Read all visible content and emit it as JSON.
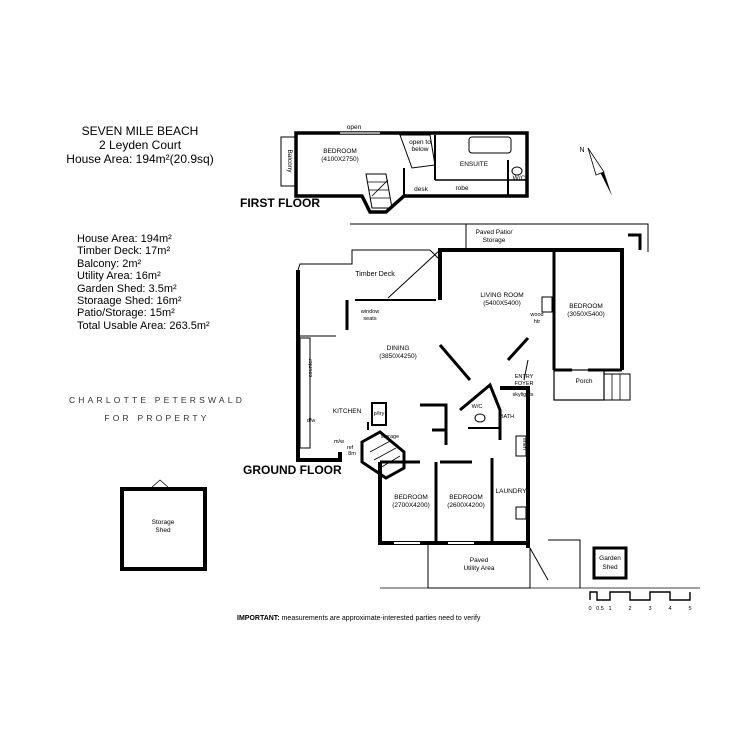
{
  "header": {
    "title": "SEVEN MILE BEACH",
    "address": "2 Leyden Court",
    "house_area": "House Area: 194m²(20.9sq)"
  },
  "areas": [
    "House Area: 194m²",
    "Timber Deck: 17m²",
    "Balcony: 2m²",
    "Utility Area: 16m²",
    "Garden Shed: 3.5m²",
    "Storaage Shed: 16m²",
    "Patio/Storage: 15m²",
    "Total Usable Area: 263.5m²"
  ],
  "brand": {
    "line1": "CHARLOTTE PETERSWALD",
    "line2": "FOR PROPERTY"
  },
  "floors": {
    "first": "FIRST FLOOR",
    "ground": "GROUND FLOOR"
  },
  "notice": {
    "bold": "IMPORTANT:",
    "text": " measurements are approximate-interested parties need to verify"
  },
  "first_floor": {
    "open": "open",
    "balcony": "Balcony",
    "bedroom": "BEDROOM",
    "bedroom_dim": "(4100X2750)",
    "open_to_below_1": "open to",
    "open_to_below_2": "below",
    "ensuite": "ENSUITE",
    "wc": "W/C",
    "desk": "desk",
    "robe": "robe"
  },
  "ground_floor": {
    "paved_patio_1": "Paved Patio/",
    "paved_patio_2": "Storage",
    "timber_deck": "Timber Deck",
    "window_seats_1": "window",
    "window_seats_2": "seats",
    "living_room": "LIVING ROOM",
    "living_dim": "(5400X5400)",
    "wood_htr_1": "wood",
    "wood_htr_2": "htr",
    "bedroom_right": "BEDROOM",
    "bedroom_right_dim": "(3050X5400)",
    "dining": "DINING",
    "dining_dim": "(3850X4250)",
    "counter": "counter",
    "entry_foyer_1": "ENTRY",
    "entry_foyer_2": "FOYER",
    "skylights": "skylights",
    "porch": "Porch",
    "kitchen": "KITCHEN",
    "dw": "d/w",
    "pantry": "p/try",
    "wc": "W/C",
    "bath": "BATH",
    "mw": "m/w",
    "ref": "ref",
    "8m": "8m",
    "storage": "storage",
    "linen": "linen",
    "bedroom_a": "BEDROOM",
    "bedroom_a_dim": "(2700X4200)",
    "bedroom_b": "BEDROOM",
    "bedroom_b_dim": "(2600X4200)",
    "laundry": "LAUNDRY",
    "paved_utility_1": "Paved",
    "paved_utility_2": "Utility Area",
    "garden_shed_1": "Garden",
    "garden_shed_2": "Shed",
    "storage_shed_1": "Storage",
    "storage_shed_2": "Shed"
  },
  "compass": {
    "label": "N"
  },
  "scale": {
    "ticks": [
      "0",
      "0.5",
      "1",
      "2",
      "3",
      "4",
      "5"
    ]
  }
}
